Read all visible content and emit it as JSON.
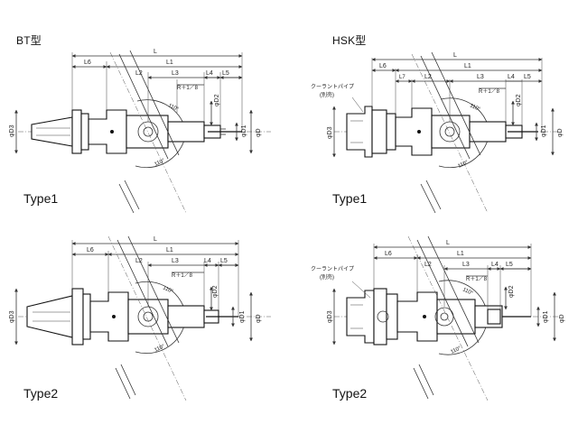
{
  "sections": {
    "bt_title": "BT型",
    "hsk_title": "HSK型"
  },
  "types": {
    "bt1": "Type1",
    "bt2": "Type2",
    "hsk1": "Type1",
    "hsk2": "Type2"
  },
  "dims": {
    "L": "L",
    "L1": "L1",
    "L2": "L2",
    "L3": "L3",
    "L4": "L4",
    "L5": "L5",
    "L6": "L6",
    "L7": "L7",
    "R": "R＋1／8",
    "D": "φD",
    "D1": "φD1",
    "D2": "φD2",
    "D3": "φD3",
    "ang": "110°"
  },
  "notes": {
    "coolant": "クーラントパイプ",
    "sep": "(別売)"
  }
}
